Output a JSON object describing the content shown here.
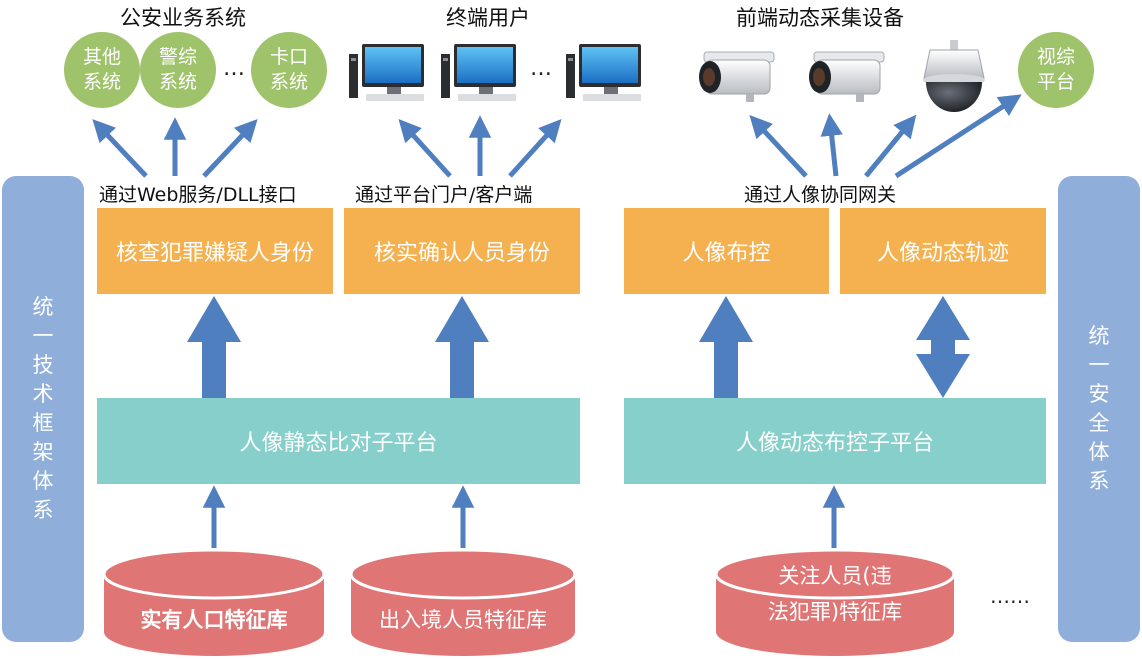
{
  "titles": {
    "police": "公安业务系统",
    "endusers": "终端用户",
    "devices": "前端动态采集设备"
  },
  "police_circles": [
    "其他系统",
    "警综系统",
    "卡口系统"
  ],
  "video_circle": "视综平台",
  "ellipsis": "…",
  "captions": {
    "web": "通过Web服务/DLL接口",
    "portal": "通过平台门户/客户端",
    "gateway": "通过人像协同网关"
  },
  "orange_boxes": {
    "suspect": "核查犯罪嫌疑人身份",
    "verify": "核实确认人员身份",
    "control": "人像布控",
    "trace": "人像动态轨迹"
  },
  "teal_boxes": {
    "static": "人像静态比对子平台",
    "dynamic": "人像动态布控子平台"
  },
  "sidebars": {
    "left": "统一技术框架体系",
    "right": "统一安全体系"
  },
  "databases": {
    "population": "实有人口特征库",
    "border": "出入境人员特征库",
    "watch_line1": "关注人员(违",
    "watch_line2": "法犯罪)特征库"
  },
  "db_ellipsis": "……",
  "colors": {
    "orange": "#f5b04f",
    "teal": "#86cfcb",
    "green": "#9ec36b",
    "red": "#e07575",
    "sidebar_blue": "#8faed9",
    "arrow_blue": "#4f7fbf"
  },
  "icons": {
    "computer": "desktop-computer-icon",
    "bullet_camera": "bullet-camera-icon",
    "dome_camera": "dome-camera-icon"
  }
}
